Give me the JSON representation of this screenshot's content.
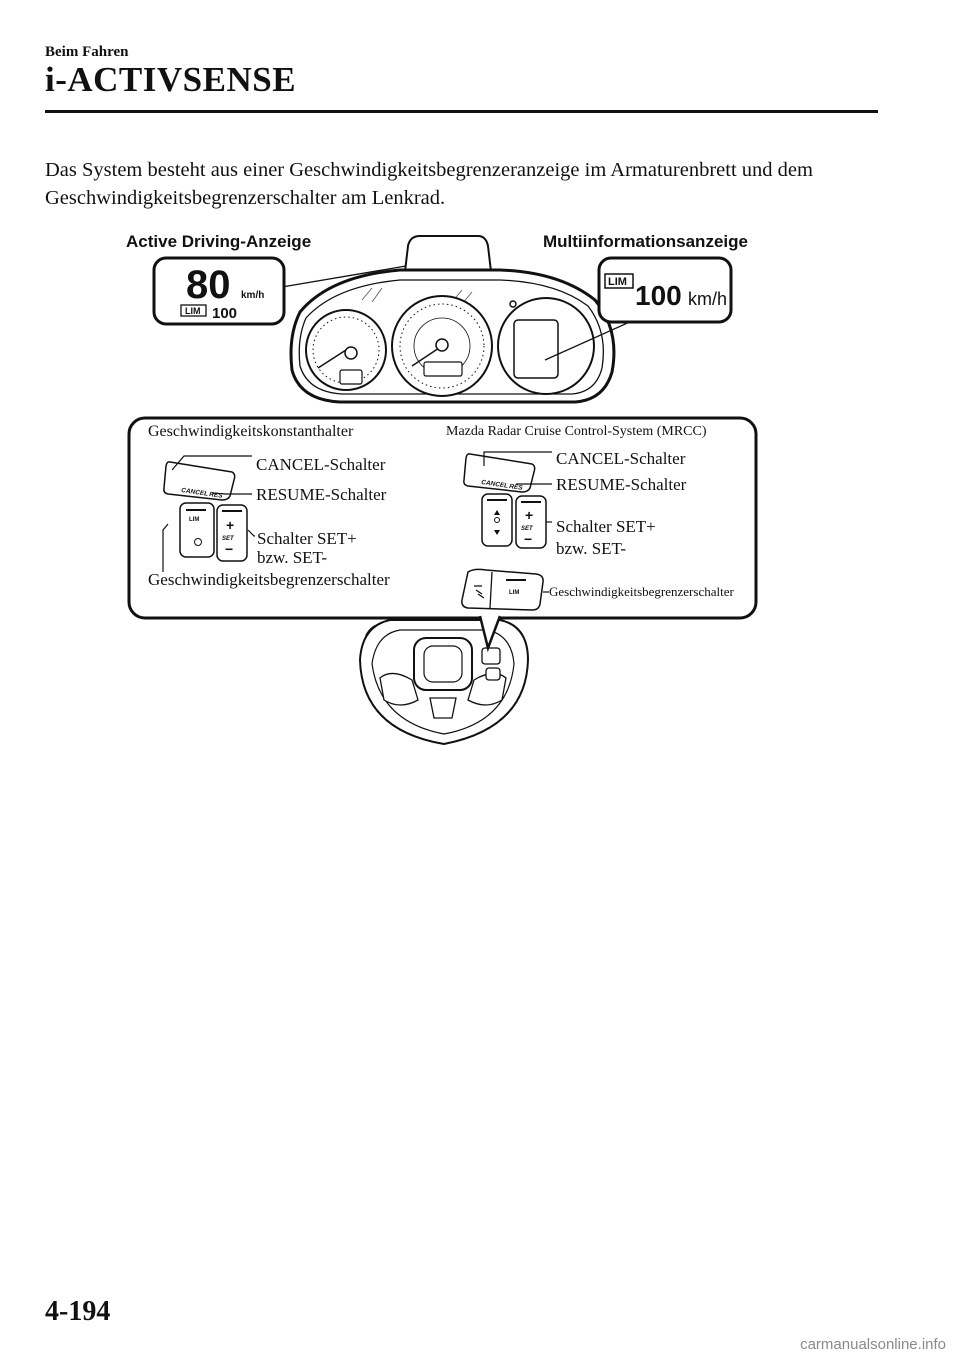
{
  "header": {
    "section": "Beim Fahren",
    "chapter": "i-ACTIVSENSE"
  },
  "intro": "Das System besteht aus einer Geschwindigkeitsbegrenzeranzeige im Armaturenbrett und dem Geschwindigkeitsbegrenzerschalter am Lenkrad.",
  "figure": {
    "label_active_driving": "Active Driving-Anzeige",
    "label_multi_info": "Multiinformationsanzeige",
    "adh_speed": "80",
    "adh_unit": "km/h",
    "adh_lim": "LIM",
    "adh_limit": "100",
    "mid_lim": "LIM",
    "mid_speed": "100",
    "mid_unit": "km/h",
    "left_panel": {
      "title": "Geschwindigkeitskonstanthalter",
      "cancel": "CANCEL-Schalter",
      "resume": "RESUME-Schalter",
      "set_line1": "Schalter SET+",
      "set_line2": "bzw. SET-",
      "limiter": "Geschwindigkeitsbegrenzerschalter"
    },
    "right_panel": {
      "title": "Mazda Radar Cruise Control-System (MRCC)",
      "cancel": "CANCEL-Schalter",
      "resume": "RESUME-Schalter",
      "set_line1": "Schalter SET+",
      "set_line2": "bzw. SET-",
      "limiter": "Geschwindigkeitsbegrenzerschalter"
    },
    "btn_cancel": "CANCEL",
    "btn_res": "RES",
    "btn_lim": "LIM",
    "btn_set": "SET",
    "btn_plus": "+",
    "btn_minus": "−"
  },
  "footer": {
    "page_number": "4-194",
    "watermark": "carmanualsonline.info"
  }
}
